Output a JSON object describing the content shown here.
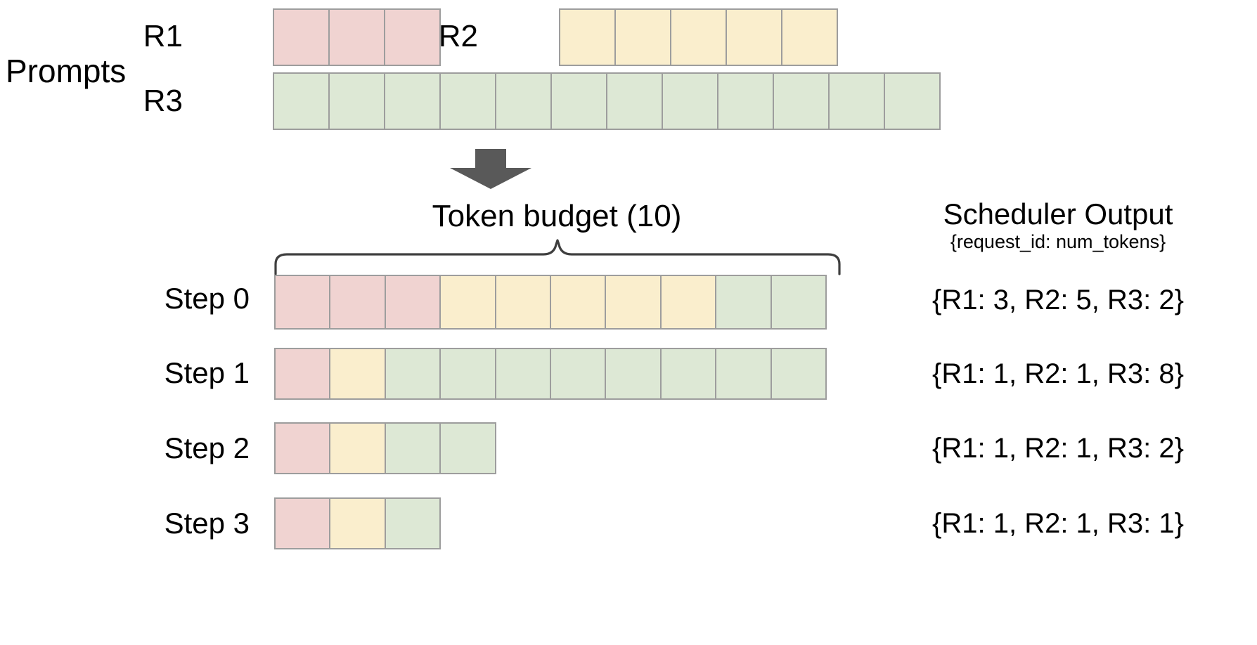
{
  "diagram": {
    "title_prompts": "Prompts",
    "arrow_icon": "down-arrow-icon",
    "budget_title": "Token  budget (10)",
    "brace_icon": "curly-brace-icon",
    "scheduler_title": "Scheduler Output",
    "scheduler_subtitle": "{request_id: num_tokens}"
  },
  "colors": {
    "r1": "#f0d3d1",
    "r2": "#faeecd",
    "r3": "#dde8d5",
    "cell_border": "#9d9d9d",
    "arrow": "#595959",
    "brace": "#3f3f3f",
    "text": "#000000",
    "background": "#ffffff"
  },
  "prompts": {
    "rows": [
      {
        "id": "R1",
        "label": "R1",
        "color_key": "r1",
        "tokens": 3
      },
      {
        "id": "R2",
        "label": "R2",
        "color_key": "r2",
        "tokens": 5
      },
      {
        "id": "R3",
        "label": "R3",
        "color_key": "r3",
        "tokens": 12
      }
    ]
  },
  "steps": [
    {
      "label": "Step 0",
      "segments": [
        {
          "request": "R1",
          "color_key": "r1",
          "count": 3
        },
        {
          "request": "R2",
          "color_key": "r2",
          "count": 5
        },
        {
          "request": "R3",
          "color_key": "r3",
          "count": 2
        }
      ],
      "total_tokens": 10,
      "output": "{R1: 3, R2: 5, R3: 2}"
    },
    {
      "label": "Step 1",
      "segments": [
        {
          "request": "R1",
          "color_key": "r1",
          "count": 1
        },
        {
          "request": "R2",
          "color_key": "r2",
          "count": 1
        },
        {
          "request": "R3",
          "color_key": "r3",
          "count": 8
        }
      ],
      "total_tokens": 10,
      "output": "{R1: 1, R2: 1, R3: 8}"
    },
    {
      "label": "Step 2",
      "segments": [
        {
          "request": "R1",
          "color_key": "r1",
          "count": 1
        },
        {
          "request": "R2",
          "color_key": "r2",
          "count": 1
        },
        {
          "request": "R3",
          "color_key": "r3",
          "count": 2
        }
      ],
      "total_tokens": 4,
      "output": "{R1: 1, R2: 1, R3: 2}"
    },
    {
      "label": "Step 3",
      "segments": [
        {
          "request": "R1",
          "color_key": "r1",
          "count": 1
        },
        {
          "request": "R2",
          "color_key": "r2",
          "count": 1
        },
        {
          "request": "R3",
          "color_key": "r3",
          "count": 1
        }
      ],
      "total_tokens": 3,
      "output": "{R1: 1, R2: 1, R3: 1}"
    }
  ]
}
